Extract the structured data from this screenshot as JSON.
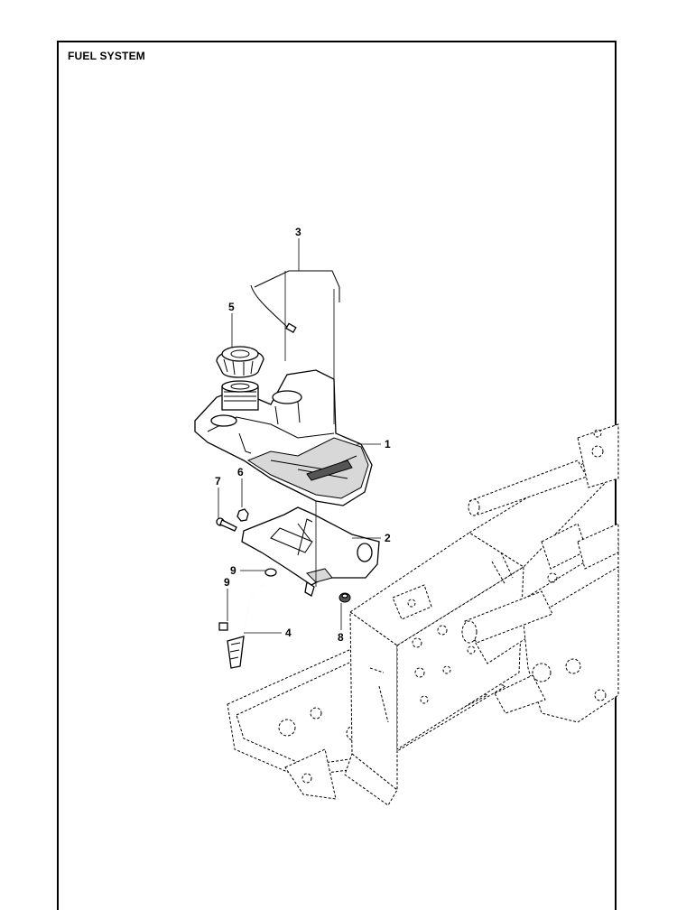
{
  "header": {
    "title": "FUEL SYSTEM"
  },
  "callouts": [
    {
      "id": "1",
      "label": "1"
    },
    {
      "id": "2",
      "label": "2"
    },
    {
      "id": "3",
      "label": "3"
    },
    {
      "id": "4",
      "label": "4"
    },
    {
      "id": "5",
      "label": "5"
    },
    {
      "id": "6",
      "label": "6"
    },
    {
      "id": "7",
      "label": "7"
    },
    {
      "id": "8",
      "label": "8"
    },
    {
      "id": "9a",
      "label": "9"
    },
    {
      "id": "9b",
      "label": "9"
    }
  ]
}
